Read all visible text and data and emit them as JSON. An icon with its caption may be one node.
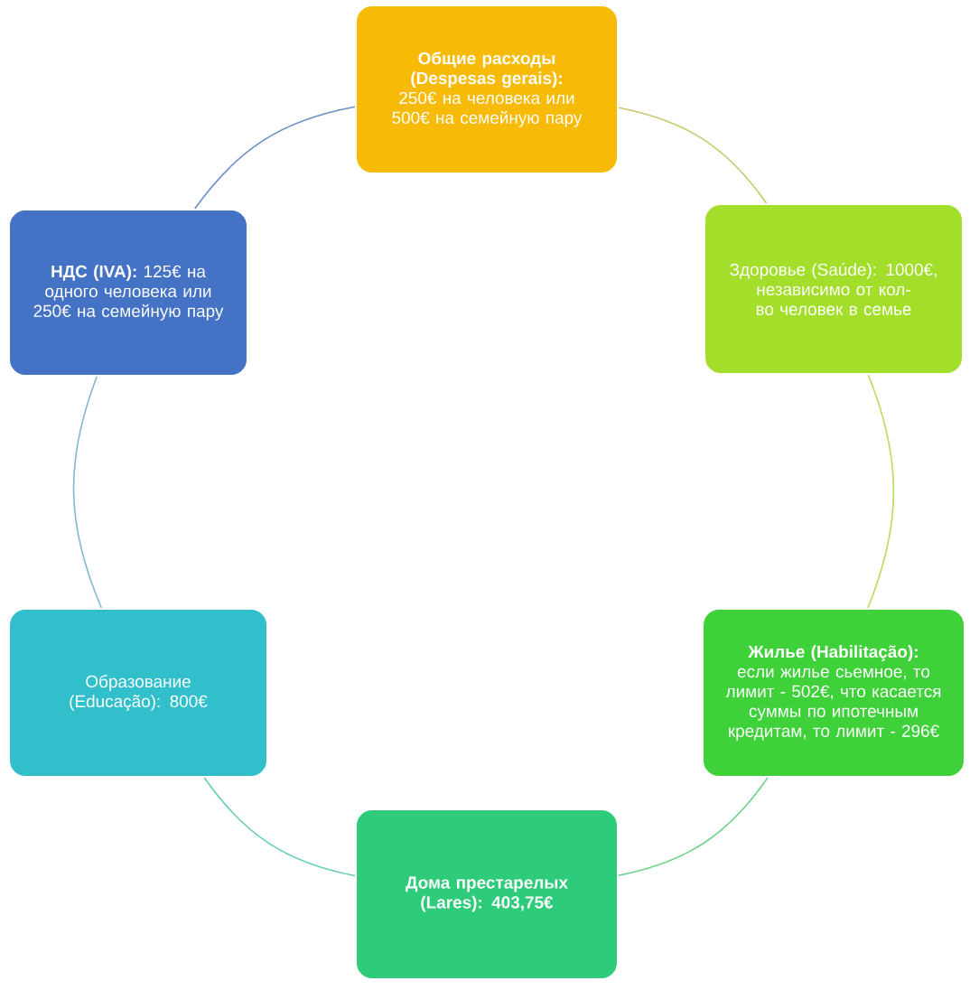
{
  "diagram": {
    "nodes": [
      {
        "text": [
          "**Общие расходы (Despesas gerais):** 250€ на человека или 500€ на семейную пару"
        ]
      },
      {
        "text": [
          "Здоровье (Saúde): 1000€, независимо от кол-во человек в семье"
        ]
      },
      {
        "text": [
          "**Жилье (Habilitação):** если жилье сьемное, то лимит - 502€, что касается суммы по ипотечным кредитам, то лимит - 296€"
        ]
      },
      {
        "text": [
          "**Дома престарелых (Lares): 403,75€**"
        ]
      },
      {
        "text": [
          "Образование (Educação): 800€"
        ]
      },
      {
        "text": [
          "**НДС (IVA):** 125€ на одного человека или 250€ на семейную пару"
        ]
      }
    ],
    "edges": [
      {
        "from": 0,
        "to": 1,
        "arrow": "none",
        "color": "#c9c86a"
      },
      {
        "from": 1,
        "to": 2,
        "arrow": "none",
        "color": "#b6dc5a"
      },
      {
        "from": 2,
        "to": 3,
        "arrow": "none",
        "color": "#6fd48a"
      },
      {
        "from": 3,
        "to": 4,
        "arrow": "none",
        "color": "#66ccb8"
      },
      {
        "from": 4,
        "to": 5,
        "arrow": "none",
        "color": "#7fb8d0"
      },
      {
        "from": 5,
        "to": 0,
        "arrow": "none",
        "color": "#6a8fc6"
      }
    ]
  }
}
